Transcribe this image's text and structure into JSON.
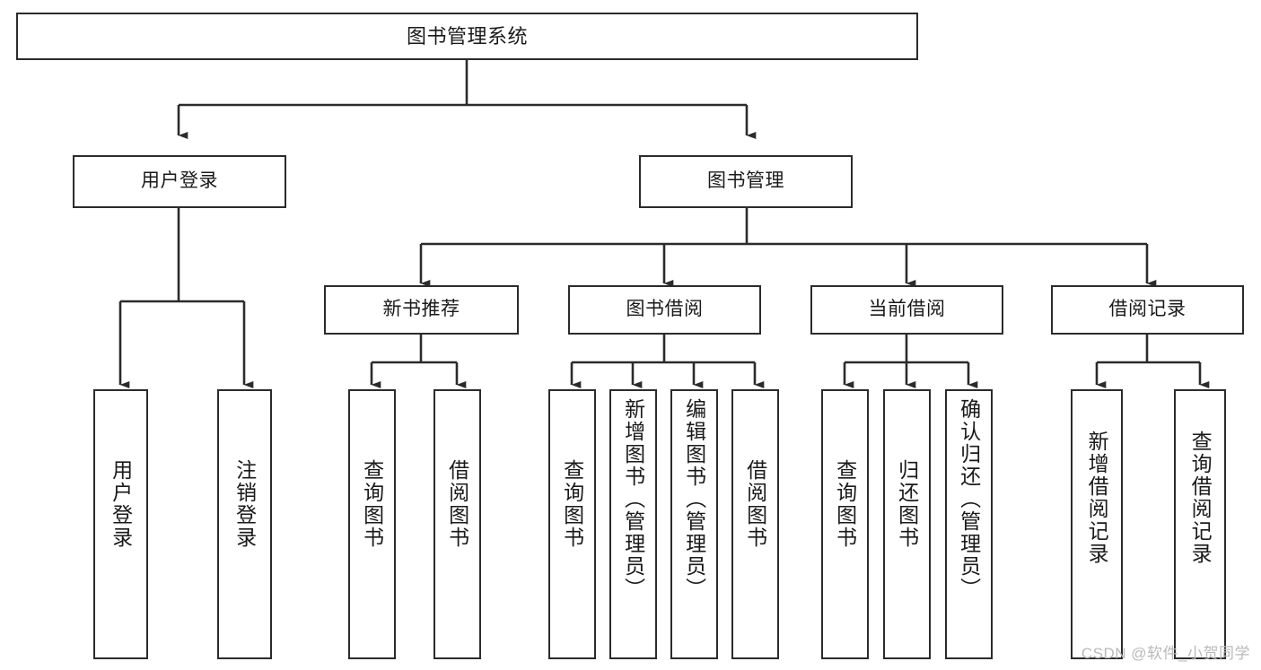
{
  "diagram": {
    "title": "图书管理系统",
    "type": "tree-hierarchy",
    "watermark": "CSDN @软件_小贺同学",
    "colors": {
      "box_border": "#2b2b2b",
      "box_fill": "#ffffff",
      "connector": "#2b2b2b",
      "text": "#1a1a1a",
      "watermark": "#b9b9b9",
      "background": "#ffffff"
    }
  },
  "nodes": {
    "root": {
      "label": "图书管理系统",
      "orientation": "horizontal"
    },
    "level1": [
      {
        "label": "用户登录",
        "orientation": "horizontal"
      },
      {
        "label": "图书管理",
        "orientation": "horizontal"
      }
    ],
    "level2": [
      {
        "label": "新书推荐",
        "orientation": "horizontal"
      },
      {
        "label": "图书借阅",
        "orientation": "horizontal"
      },
      {
        "label": "当前借阅",
        "orientation": "horizontal"
      },
      {
        "label": "借阅记录",
        "orientation": "horizontal"
      }
    ],
    "leaves_user_login": [
      {
        "label": "用户登录",
        "orientation": "vertical"
      },
      {
        "label": "注销登录",
        "orientation": "vertical"
      }
    ],
    "leaves_new_books": [
      {
        "label": "查询图书",
        "orientation": "vertical"
      },
      {
        "label": "借阅图书",
        "orientation": "vertical"
      }
    ],
    "leaves_borrow": [
      {
        "label": "查询图书",
        "orientation": "vertical"
      },
      {
        "label": "新增图书（管理员）",
        "orientation": "vertical"
      },
      {
        "label": "编辑图书（管理员）",
        "orientation": "vertical"
      },
      {
        "label": "借阅图书",
        "orientation": "vertical"
      }
    ],
    "leaves_current": [
      {
        "label": "查询图书",
        "orientation": "vertical"
      },
      {
        "label": "归还图书",
        "orientation": "vertical"
      },
      {
        "label": "确认归还（管理员）",
        "orientation": "vertical"
      }
    ],
    "leaves_records": [
      {
        "label": "新增借阅记录",
        "orientation": "vertical"
      },
      {
        "label": "查询借阅记录",
        "orientation": "vertical"
      }
    ]
  },
  "chart_data": {
    "type": "table",
    "title": "图书管理系统 功能结构图",
    "root": "图书管理系统",
    "edges": [
      {
        "from": "图书管理系统",
        "to": "用户登录"
      },
      {
        "from": "图书管理系统",
        "to": "图书管理"
      },
      {
        "from": "用户登录",
        "to": "用户登录"
      },
      {
        "from": "用户登录",
        "to": "注销登录"
      },
      {
        "from": "图书管理",
        "to": "新书推荐"
      },
      {
        "from": "图书管理",
        "to": "图书借阅"
      },
      {
        "from": "图书管理",
        "to": "当前借阅"
      },
      {
        "from": "图书管理",
        "to": "借阅记录"
      },
      {
        "from": "新书推荐",
        "to": "查询图书"
      },
      {
        "from": "新书推荐",
        "to": "借阅图书"
      },
      {
        "from": "图书借阅",
        "to": "查询图书"
      },
      {
        "from": "图书借阅",
        "to": "新增图书（管理员）"
      },
      {
        "from": "图书借阅",
        "to": "编辑图书（管理员）"
      },
      {
        "from": "图书借阅",
        "to": "借阅图书"
      },
      {
        "from": "当前借阅",
        "to": "查询图书"
      },
      {
        "from": "当前借阅",
        "to": "归还图书"
      },
      {
        "from": "当前借阅",
        "to": "确认归还（管理员）"
      },
      {
        "from": "借阅记录",
        "to": "新增借阅记录"
      },
      {
        "from": "借阅记录",
        "to": "查询借阅记录"
      }
    ]
  }
}
